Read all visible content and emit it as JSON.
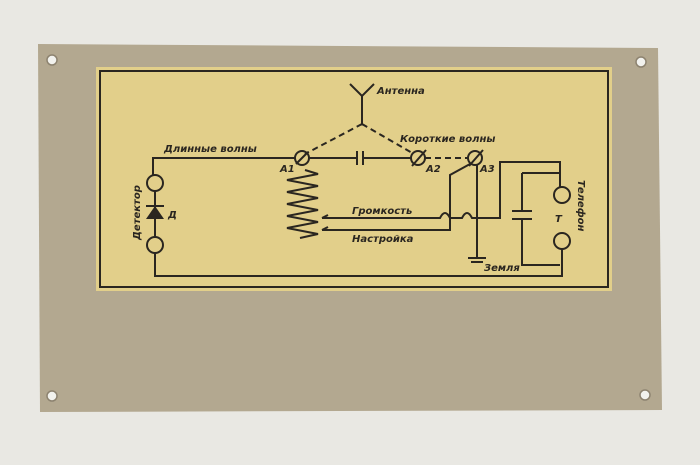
{
  "labels": {
    "antenna": "Антенна",
    "long_waves": "Длинные волны",
    "short_waves": "Короткие волны",
    "detector": "Детектор",
    "diode": "Д",
    "volume": "Громкость",
    "tuning": "Настройка",
    "ground": "Земля",
    "telephone": "Телефон",
    "telephone_t": "Т",
    "a1": "А1",
    "a2": "А2",
    "a3": "А3"
  },
  "colors": {
    "board": "#b3a890",
    "paper": "#e2cf8a",
    "ink": "#2a2620",
    "background": "#e9e8e3"
  }
}
